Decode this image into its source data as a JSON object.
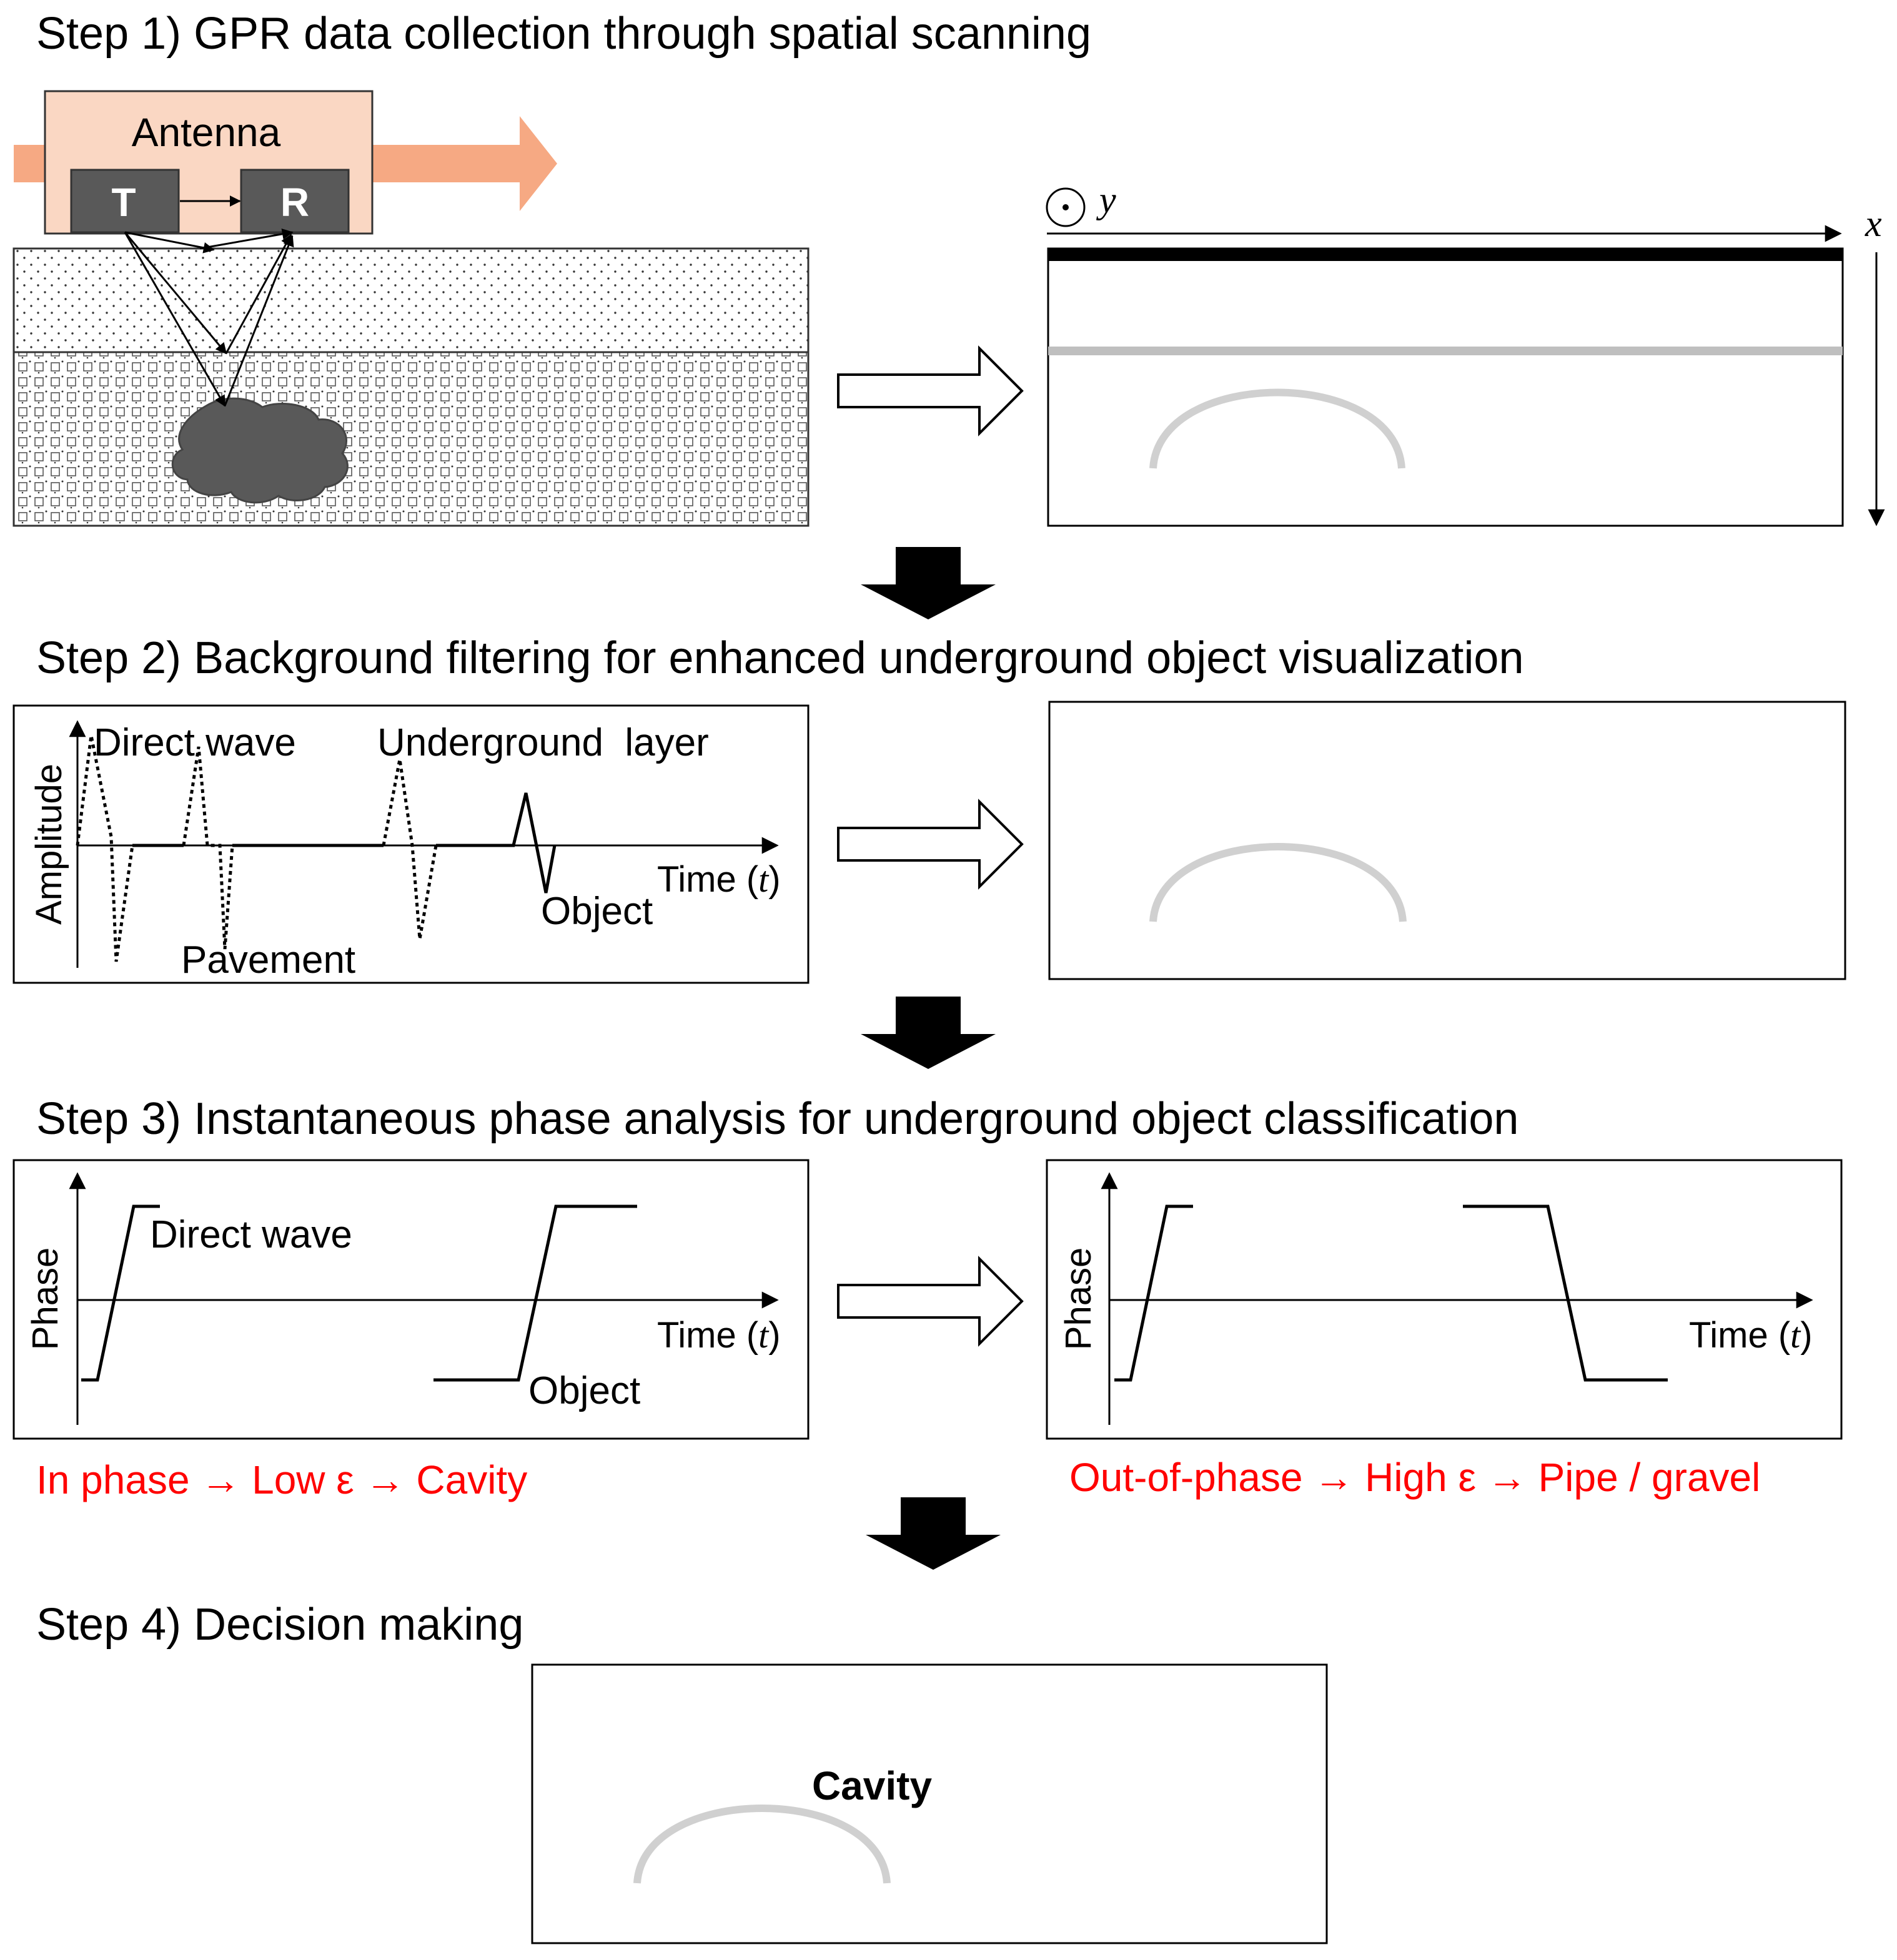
{
  "steps": {
    "step1": "Step 1) GPR data collection through spatial scanning",
    "step2": "Step 2) Background filtering for enhanced underground object visualization",
    "step3": "Step 3) Instantaneous phase analysis for underground object classification",
    "step4": "Step 4) Decision making"
  },
  "scan": {
    "antenna": "Antenna",
    "transmitter": "T",
    "receiver": "R",
    "axis_x": "x",
    "axis_y": "y"
  },
  "filter_plot": {
    "direct_wave": "Direct wave",
    "underground_layer": "Underground  layer",
    "amplitude": "Amplitude",
    "time_text": "Time (",
    "time_var": "t",
    "time_close": ")",
    "object": "Object",
    "pavement": "Pavement"
  },
  "phase_left": {
    "phase": "Phase",
    "direct_wave": "Direct wave",
    "object": "Object",
    "time_text": "Time (",
    "time_var": "t",
    "time_close": ")"
  },
  "phase_right": {
    "phase": "Phase",
    "time_text": "Time (",
    "time_var": "t",
    "time_close": ")"
  },
  "captions": {
    "in_phase": "In phase → Low ε → Cavity",
    "out_phase": "Out-of-phase → High ε → Pipe / gravel"
  },
  "decision": {
    "label": "Cavity"
  },
  "colors": {
    "antenna_fill": "#fad7c3",
    "antenna_stroke": "#e07b4f",
    "motion_arrow": "#f6a983",
    "unit_box": "#595959",
    "cavity_blob": "#595959",
    "hyperbola": "#d0d0d0",
    "layer_line": "#bfbfbf",
    "caption_red": "#ff0000"
  }
}
